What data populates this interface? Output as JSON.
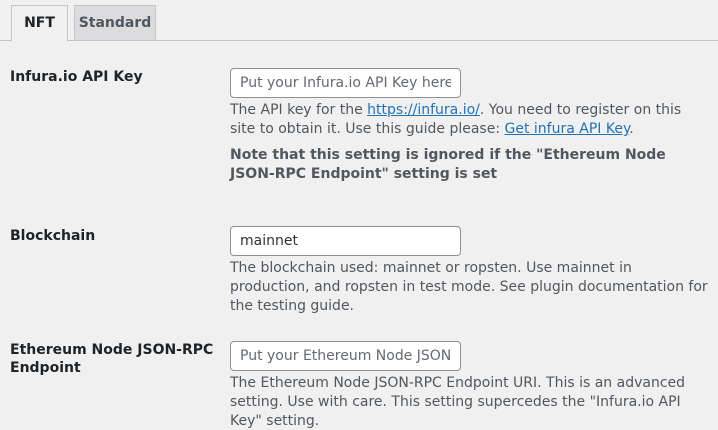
{
  "tabs": {
    "nft": "NFT",
    "standard": "Standard"
  },
  "infura": {
    "label": "Infura.io API Key",
    "placeholder": "Put your Infura.io API Key here",
    "desc_prefix": "The API key for the ",
    "link_text": "https://infura.io/",
    "desc_middle": ". You need to register on this site to obtain it. Use this guide please: ",
    "guide_link": "Get infura API Key",
    "desc_suffix": ".",
    "note": "Note that this setting is ignored if the \"Ethereum Node JSON-RPC Endpoint\" setting is set"
  },
  "blockchain": {
    "label": "Blockchain",
    "value": "mainnet",
    "desc": "The blockchain used: mainnet or ropsten. Use mainnet in production, and ropsten in test mode. See plugin documentation for the testing guide."
  },
  "endpoint": {
    "label": "Ethereum Node JSON-RPC Endpoint",
    "placeholder": "Put your Ethereum Node JSON-RPC Endpoint URI here",
    "desc": "The Ethereum Node JSON-RPC Endpoint URI. This is an advanced setting. Use with care. This setting supercedes the \"Infura.io API Key\" setting."
  }
}
